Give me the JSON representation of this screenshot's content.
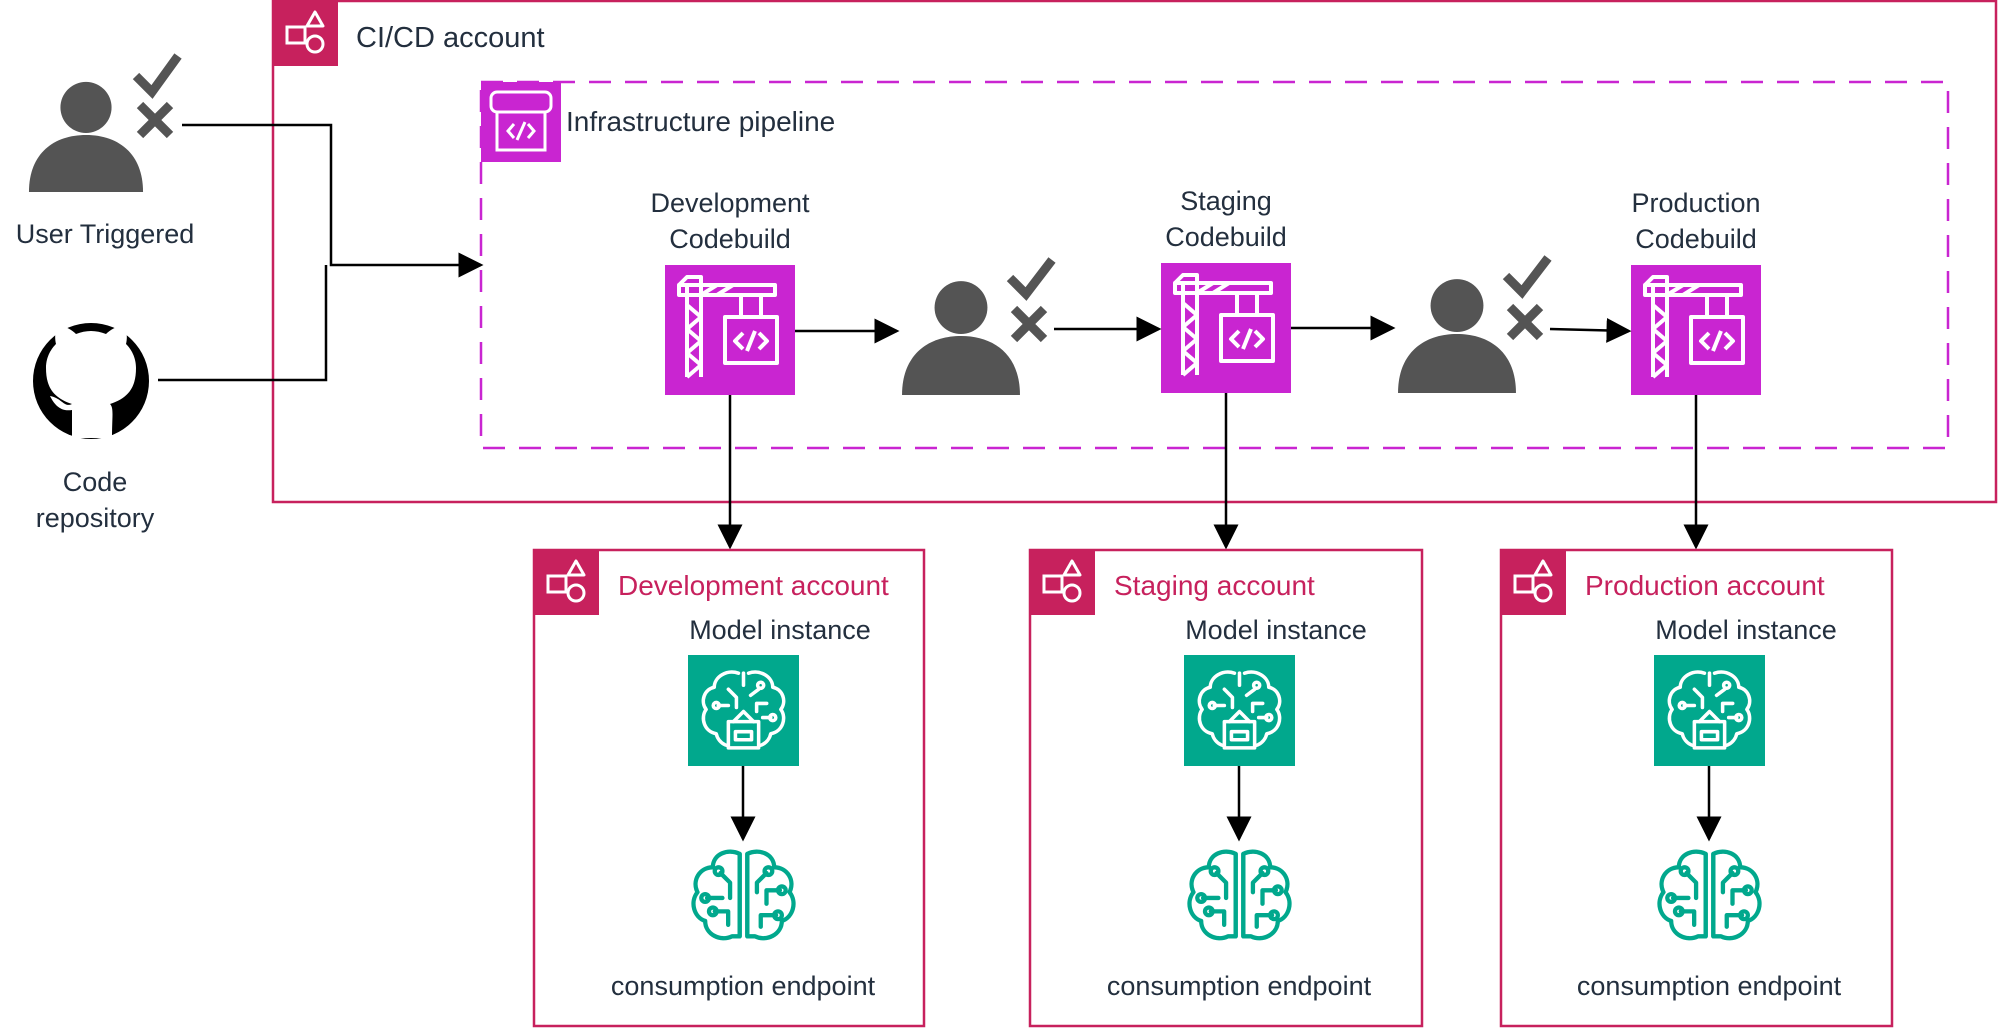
{
  "cicd": {
    "title": "CI/CD account",
    "pipeline_title": "Infrastructure pipeline"
  },
  "sources": {
    "user_label": "User Triggered",
    "repo_label_line1": "Code",
    "repo_label_line2": "repository"
  },
  "stages": [
    {
      "line1": "Development",
      "line2": "Codebuild"
    },
    {
      "line1": "Staging",
      "line2": "Codebuild"
    },
    {
      "line1": "Production",
      "line2": "Codebuild"
    }
  ],
  "accounts": [
    {
      "title": "Development account",
      "model_label": "Model instance",
      "endpoint_label": "consumption endpoint"
    },
    {
      "title": "Staging account",
      "model_label": "Model instance",
      "endpoint_label": "consumption endpoint"
    },
    {
      "title": "Production account",
      "model_label": "Model instance",
      "endpoint_label": "consumption endpoint"
    }
  ],
  "colors": {
    "account_border": "#c7215d",
    "account_title": "#c7215d",
    "codebuild": "#c925d1",
    "sagemaker": "#01a88d",
    "person": "#545454",
    "arrow": "#000000"
  },
  "icons": {
    "account": "account-group-icon",
    "pipeline": "codepipeline-icon",
    "codebuild": "codebuild-crane-icon",
    "model": "sagemaker-model-icon",
    "endpoint": "sagemaker-brain-icon",
    "user": "user-icon",
    "github": "github-icon",
    "approve": "checkmark-icon",
    "reject": "cross-icon"
  }
}
